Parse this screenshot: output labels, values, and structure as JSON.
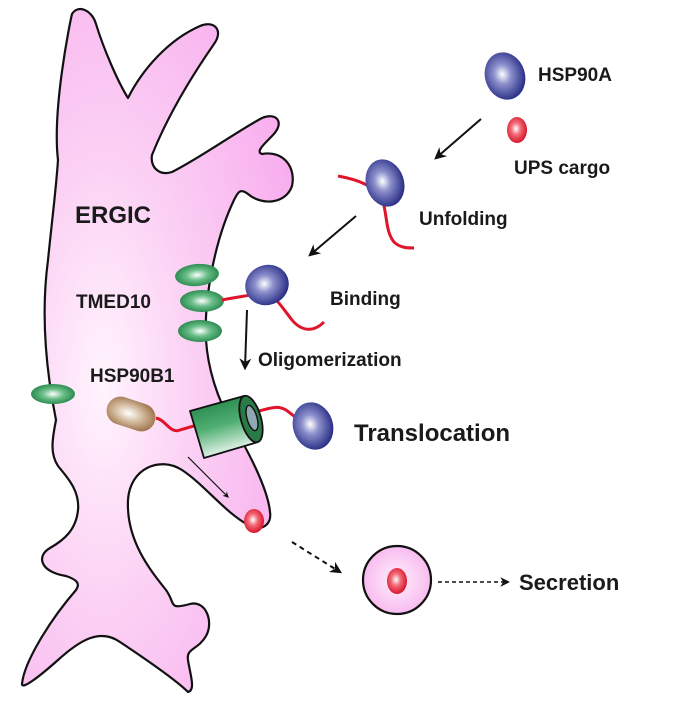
{
  "diagram": {
    "organelle_label": "ERGIC",
    "labels": {
      "hsp90a": "HSP90A",
      "ups_cargo": "UPS cargo",
      "unfolding": "Unfolding",
      "binding": "Binding",
      "tmed10": "TMED10",
      "oligomerization": "Oligomerization",
      "hsp90b1": "HSP90B1",
      "translocation": "Translocation",
      "secretion": "Secretion"
    },
    "steps": [
      "Unfolding",
      "Binding",
      "Oligomerization",
      "Translocation",
      "Secretion"
    ],
    "colors": {
      "ergic_fill": "#f9b3ef",
      "ergic_fill_light": "#fde6fa",
      "outline": "#111111",
      "hsp90a_blue": "#2a2f8c",
      "cargo_red": "#e0142a",
      "tmed10_green": "#1f8a4a",
      "hsp90b1_tan": "#a67c52",
      "chain_red": "#e0142a"
    }
  }
}
